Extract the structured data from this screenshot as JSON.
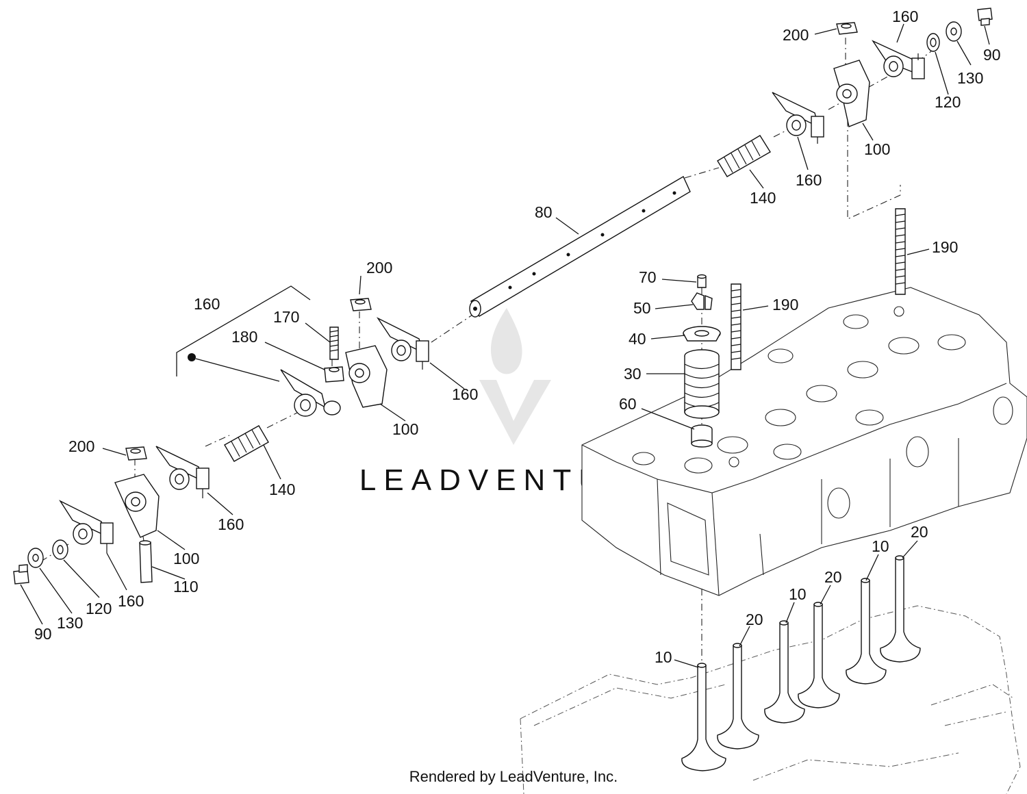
{
  "watermark": {
    "brand": "LEADVENTURE"
  },
  "footer": {
    "text": "Rendered by LeadVenture, Inc."
  },
  "callouts": [
    {
      "id": "c200a",
      "text": "200"
    },
    {
      "id": "c160a",
      "text": "160"
    },
    {
      "id": "c90a",
      "text": "90"
    },
    {
      "id": "c130a",
      "text": "130"
    },
    {
      "id": "c120a",
      "text": "120"
    },
    {
      "id": "c100a",
      "text": "100"
    },
    {
      "id": "c160b",
      "text": "160"
    },
    {
      "id": "c140a",
      "text": "140"
    },
    {
      "id": "c80",
      "text": "80"
    },
    {
      "id": "c190a",
      "text": "190"
    },
    {
      "id": "c70",
      "text": "70"
    },
    {
      "id": "c50",
      "text": "50"
    },
    {
      "id": "c190b",
      "text": "190"
    },
    {
      "id": "c40",
      "text": "40"
    },
    {
      "id": "c30",
      "text": "30"
    },
    {
      "id": "c60",
      "text": "60"
    },
    {
      "id": "c200b",
      "text": "200"
    },
    {
      "id": "c160c",
      "text": "160"
    },
    {
      "id": "c170",
      "text": "170"
    },
    {
      "id": "c180",
      "text": "180"
    },
    {
      "id": "c160d",
      "text": "160"
    },
    {
      "id": "c100b",
      "text": "100"
    },
    {
      "id": "c140b",
      "text": "140"
    },
    {
      "id": "c200c",
      "text": "200"
    },
    {
      "id": "c160e",
      "text": "160"
    },
    {
      "id": "c100c",
      "text": "100"
    },
    {
      "id": "c110",
      "text": "110"
    },
    {
      "id": "c160f",
      "text": "160"
    },
    {
      "id": "c120b",
      "text": "120"
    },
    {
      "id": "c130b",
      "text": "130"
    },
    {
      "id": "c90b",
      "text": "90"
    },
    {
      "id": "c10a",
      "text": "10"
    },
    {
      "id": "c20a",
      "text": "20"
    },
    {
      "id": "c10b",
      "text": "10"
    },
    {
      "id": "c20b",
      "text": "20"
    },
    {
      "id": "c10c",
      "text": "10"
    },
    {
      "id": "c20c",
      "text": "20"
    }
  ]
}
